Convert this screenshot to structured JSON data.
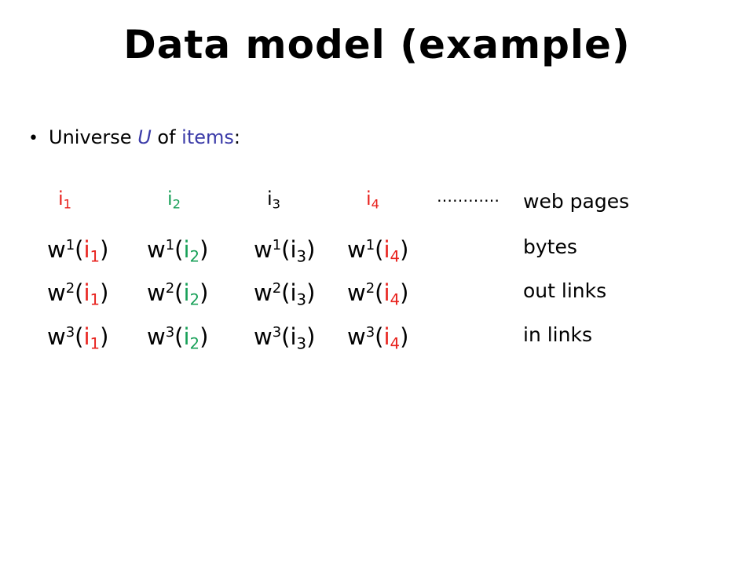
{
  "title": "Data model (example)",
  "bullet": {
    "prefix": "Universe ",
    "symbol": "U",
    "middle": " of ",
    "highlight": "items",
    "suffix": ":"
  },
  "items": [
    {
      "base": "i",
      "sub": "1",
      "color": "#e8221d"
    },
    {
      "base": "i",
      "sub": "2",
      "color": "#18a058"
    },
    {
      "base": "i",
      "sub": "3",
      "color": "#000000"
    },
    {
      "base": "i",
      "sub": "4",
      "color": "#e8221d"
    }
  ],
  "ellipsis": "…………",
  "weight_symbol": "w",
  "rows": [
    {
      "sup": "1",
      "label": "bytes"
    },
    {
      "sup": "2",
      "label": "out links"
    },
    {
      "sup": "3",
      "label": "in links"
    }
  ],
  "items_label": "web pages"
}
